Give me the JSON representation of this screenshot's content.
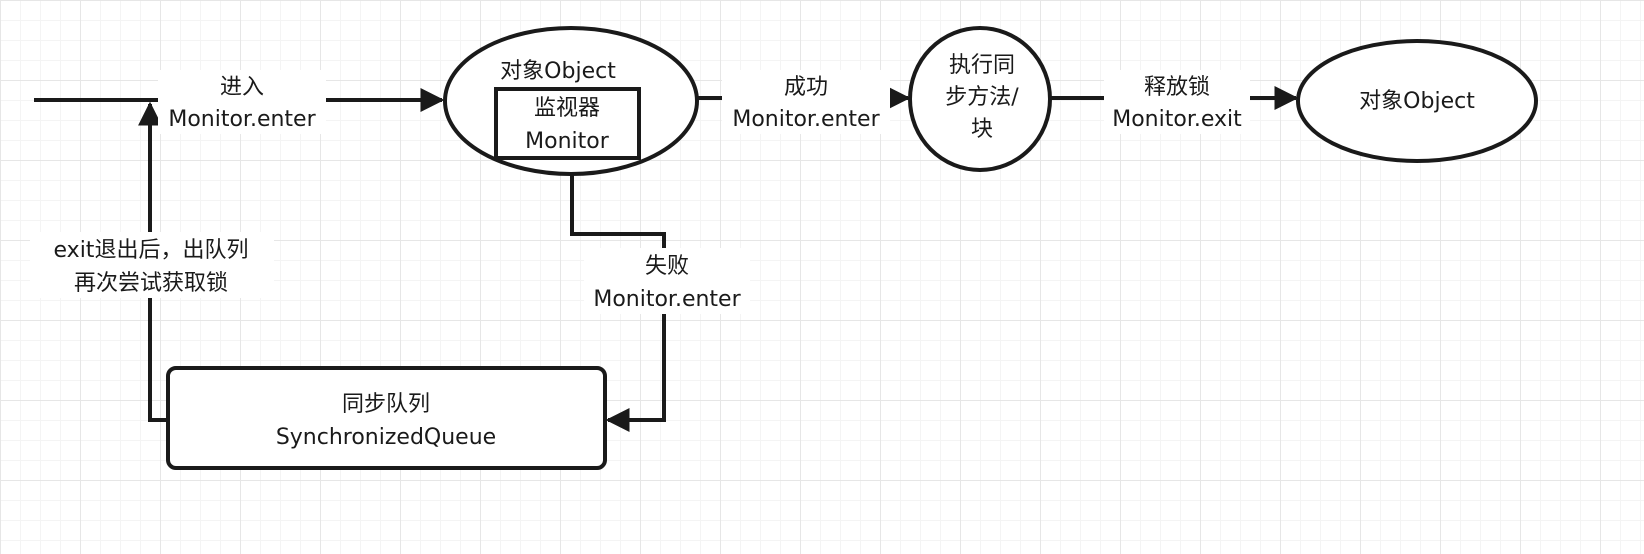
{
  "nodes": {
    "object_left": {
      "title": "对象Object"
    },
    "monitor": {
      "line1": "监视器",
      "line2": "Monitor"
    },
    "execute": {
      "line1": "执行同",
      "line2": "步方法/",
      "line3": "块"
    },
    "object_right": {
      "label": "对象Object"
    },
    "queue": {
      "line1": "同步队列",
      "line2": "SynchronizedQueue"
    }
  },
  "edges": {
    "enter": {
      "line1": "进入",
      "line2": "Monitor.enter"
    },
    "success": {
      "line1": "成功",
      "line2": "Monitor.enter"
    },
    "release": {
      "line1": "释放锁",
      "line2": "Monitor.exit"
    },
    "fail": {
      "line1": "失败",
      "line2": "Monitor.enter"
    },
    "retry": {
      "line1": "exit退出后，出队列",
      "line2": "再次尝试获取锁"
    }
  },
  "colors": {
    "stroke": "#1a1a1a",
    "grid": "#e6e6e6",
    "background": "#ffffff"
  }
}
